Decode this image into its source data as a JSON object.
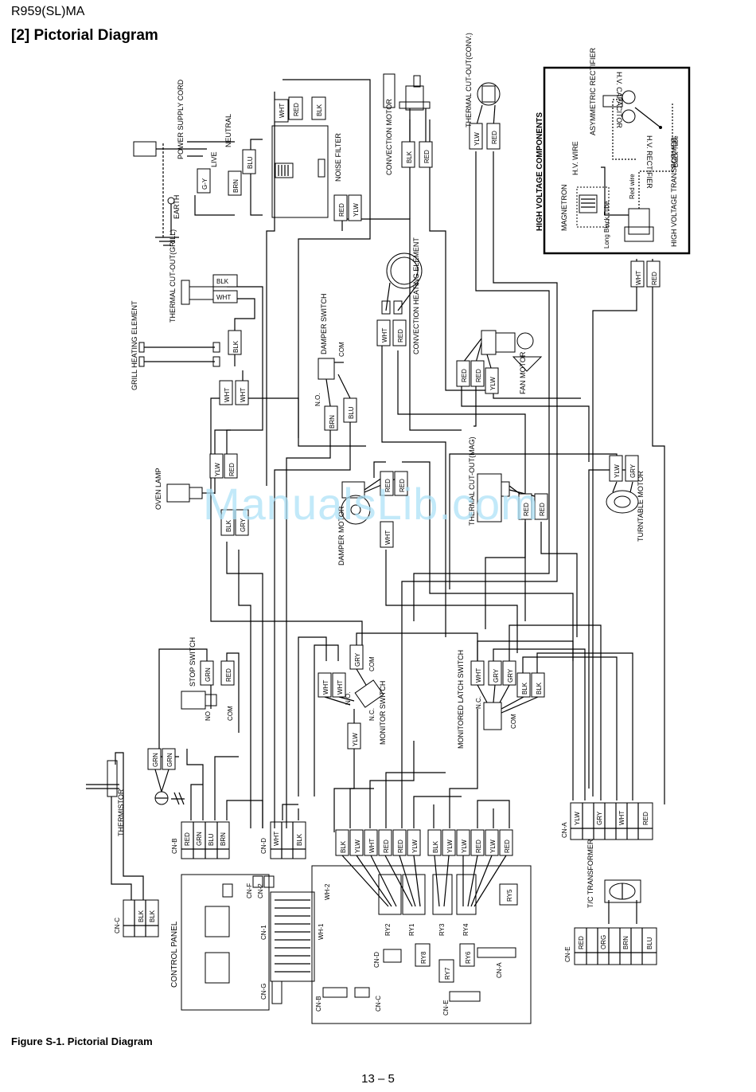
{
  "header": {
    "model": "R959(SL)MA",
    "title": "[2] Pictorial Diagram"
  },
  "caption": "Figure S-1. Pictorial Diagram",
  "page_number": "13 – 5",
  "watermark": "ManualsLib.com",
  "labels": {
    "power_supply_cord": "POWER SUPPLY CORD",
    "neutral": "NEUTRAL",
    "live": "LIVE",
    "earth": "EARTH",
    "noise_filter": "NOISE FILTER",
    "convection_motor": "CONVECTION MOTOR",
    "thermal_cutout_conv": "THERMAL CUT-OUT(CONV.)",
    "high_voltage_components": "HIGH VOLTAGE COMPONENTS",
    "magnetron": "MAGNETRON",
    "hv_wire": "H.V. WIRE",
    "asymmetric_rectifier": "ASYMMETRIC RECTIFIER",
    "hv_capacitor": "H.V. CAPACITOR",
    "hv_rectifier": "H.V. RECTIFIER",
    "hv_transformer": "HIGH VOLTAGE TRANSFORMER",
    "red_wire": "Red wire",
    "black_tube": "Black Tube",
    "long_black_tube": "Long Black Tube",
    "thermal_cutout_grill": "THERMAL CUT-OUT(GRILL)",
    "grill_heating_element": "GRILL HEATING ELEMENT",
    "damper_switch": "DAMPER SWITCH",
    "com": "COM",
    "no": "N.O.",
    "nc": "N.C.",
    "no_short": "NO",
    "convection_heating_element": "CONVECTION HEATING ELEMENT",
    "fan_motor": "FAN MOTOR",
    "oven_lamp": "OVEN LAMP",
    "damper_motor": "DAMPER MOTOR",
    "thermal_cutout_mag": "THERMAL CUT-OUT(MAG)",
    "turntable_motor": "TURNTABLE MOTOR",
    "stop_switch": "STOP SWITCH",
    "monitor_switch": "MONITOR SWITCH",
    "monitored_latch_switch": "MONITORED LATCH SWITCH",
    "thermistor": "THERMISTOR",
    "tc_transformer": "T/C TRANSFORMER",
    "control_panel": "CONTROL PANEL",
    "cn_a": "CN-A",
    "cn_b": "CN-B",
    "cn_c": "CN-C",
    "cn_d": "CN-D",
    "cn_e": "CN-E",
    "cn_f": "CN-F",
    "cn_g": "CN-G",
    "cn_1": "CN-1",
    "cn_2": "CN-2",
    "wh_1": "WH-1",
    "wh_2": "WH-2",
    "ry1": "RY1",
    "ry2": "RY2",
    "ry3": "RY3",
    "ry4": "RY4",
    "ry5": "RY5",
    "ry6": "RY6",
    "ry7": "RY7",
    "ry8": "RY8"
  },
  "wire_colors": {
    "wht": "WHT",
    "red": "RED",
    "blk": "BLK",
    "blu": "BLU",
    "brn": "BRN",
    "ylw": "YLW",
    "gry": "GRY",
    "grn": "GRN",
    "org": "ORG",
    "gy": "G-Y"
  },
  "cn_a_pins": [
    "YLW",
    "",
    "GRY",
    "",
    "WHT",
    "",
    "RED"
  ],
  "cn_b_pins": [
    "RED",
    "GRN",
    "BLU",
    "BRN"
  ],
  "cn_c_pins": [
    "BLK",
    "BLK"
  ],
  "cn_d_pins": [
    "WHT",
    "",
    "BLK"
  ],
  "cn_e_pins": [
    "RED",
    "",
    "ORG",
    "",
    "BRN",
    "",
    "BLU"
  ],
  "relay_block_left": [
    "BLK",
    "YLW",
    "WHT",
    "RED",
    "RED",
    "YLW"
  ],
  "relay_block_right": [
    "BLK",
    "YLW",
    "YLW",
    "RED",
    "YLW",
    "RED"
  ]
}
